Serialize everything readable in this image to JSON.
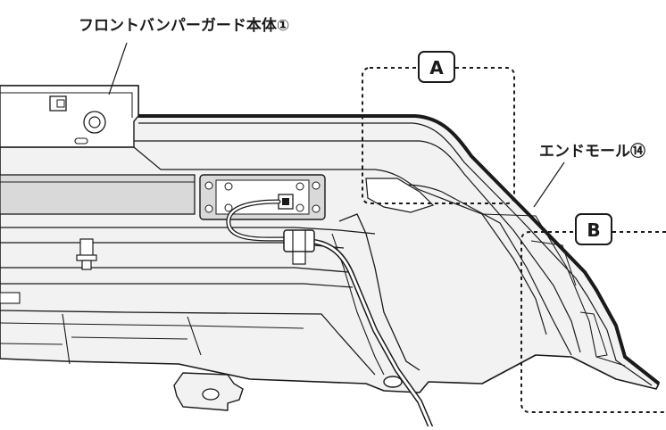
{
  "labels": {
    "bumper_guard": "フロントバンパーガード本体①",
    "end_mold": "エンドモール⑭"
  },
  "callouts": {
    "a": "A",
    "b": "B"
  },
  "colors": {
    "line": "#1a1a1a",
    "part_fill": "#f2f2f2",
    "rail_fill": "#d9d9d9"
  }
}
